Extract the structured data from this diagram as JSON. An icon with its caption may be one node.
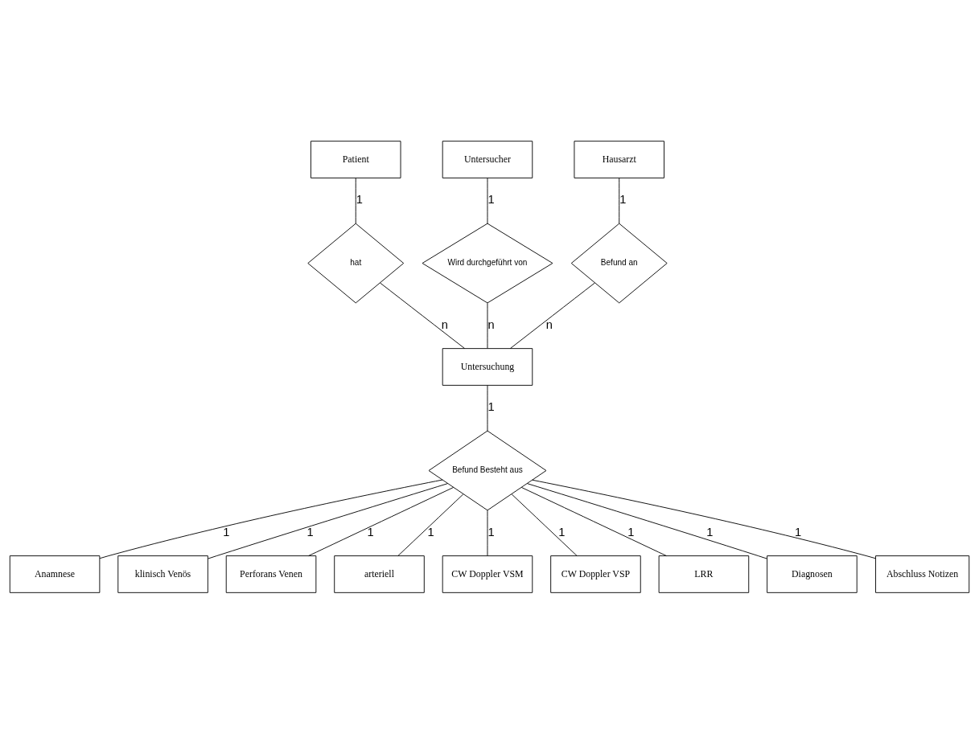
{
  "diagram": {
    "nodes": [
      {
        "text": [
          "Patient"
        ]
      },
      {
        "text": [
          "Untersucher"
        ]
      },
      {
        "text": [
          "Hausarzt"
        ]
      },
      {
        "text": [
          "hat"
        ]
      },
      {
        "text": [
          "Wird durchgeführt von"
        ]
      },
      {
        "text": [
          "Befund an"
        ]
      },
      {
        "text": [
          "Untersuchung"
        ]
      },
      {
        "text": [
          "Anamnese"
        ]
      },
      {
        "text": [
          "klinisch Venös"
        ]
      },
      {
        "text": [
          "Perforans Venen"
        ]
      },
      {
        "text": [
          "arteriell"
        ]
      },
      {
        "text": [
          "Befund Besteht aus"
        ]
      },
      {
        "text": [
          "CW Doppler VSM"
        ]
      },
      {
        "text": [
          "CW Doppler VSP"
        ]
      },
      {
        "text": [
          "LRR"
        ]
      },
      {
        "text": [
          "Diagnosen"
        ]
      },
      {
        "text": [
          "Abschluss Notizen"
        ]
      }
    ],
    "edges": [
      {
        "from": 0,
        "to": 3,
        "arrow": "none",
        "label": "1"
      },
      {
        "from": 3,
        "to": 6,
        "arrow": "none",
        "label": "n"
      },
      {
        "from": 1,
        "to": 4,
        "arrow": "none",
        "label": "1"
      },
      {
        "from": 4,
        "to": 6,
        "arrow": "none",
        "label": "n"
      },
      {
        "from": 2,
        "to": 5,
        "arrow": "none",
        "label": "1"
      },
      {
        "from": 5,
        "to": 6,
        "arrow": "none",
        "label": "n"
      },
      {
        "from": 6,
        "to": 11,
        "arrow": "none",
        "label": "1"
      },
      {
        "from": 11,
        "to": 7,
        "arrow": "none",
        "label": "1"
      },
      {
        "from": 11,
        "to": 8,
        "arrow": "none",
        "label": "1"
      },
      {
        "from": 11,
        "to": 9,
        "arrow": "none",
        "label": "1"
      },
      {
        "from": 11,
        "to": 10,
        "arrow": "none",
        "label": "1"
      },
      {
        "from": 11,
        "to": 15,
        "arrow": "none",
        "label": "1"
      },
      {
        "from": 11,
        "to": 12,
        "arrow": "none",
        "label": "1"
      },
      {
        "from": 11,
        "to": 13,
        "arrow": "none",
        "label": "1"
      },
      {
        "from": 11,
        "to": 14,
        "arrow": "none",
        "label": "1"
      },
      {
        "from": 11,
        "to": 16,
        "arrow": "none",
        "label": "1"
      }
    ]
  }
}
